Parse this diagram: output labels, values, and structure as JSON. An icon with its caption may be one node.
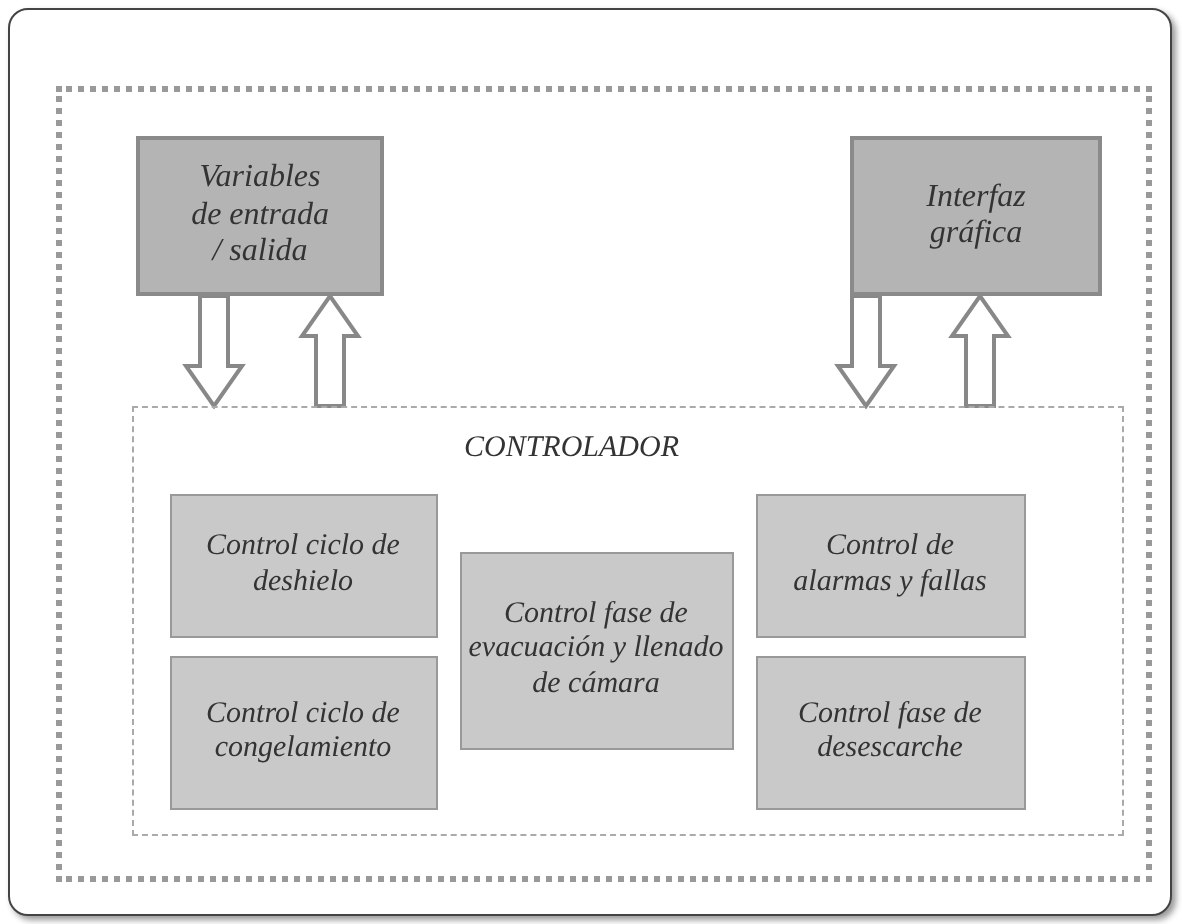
{
  "diagram": {
    "nodes": [
      {
        "text": [],
        "shape": "box"
      },
      {
        "text": [
          "Variables de entrada / salida"
        ],
        "in": 0
      },
      {
        "text": [
          "Interfaz gráfica"
        ],
        "in": 0
      },
      {
        "text": [
          "CONTROLADOR"
        ],
        "in": 0
      },
      {
        "text": [
          "Control ciclo de deshielo"
        ],
        "in": 3
      },
      {
        "text": [
          "Control ciclo de congelamiento"
        ],
        "in": 3
      },
      {
        "text": [
          "Control fase de evacuación y llenado de cámara"
        ],
        "in": 3
      },
      {
        "text": [
          "Control de alarmas y fallas"
        ],
        "in": 3
      },
      {
        "text": [
          "Control fase de desescarche"
        ],
        "in": 3
      }
    ],
    "edges": [
      {
        "from": 1,
        "to": 3,
        "arrow": "to"
      },
      {
        "from": 3,
        "to": 1,
        "arrow": "to"
      },
      {
        "from": 2,
        "to": 3,
        "arrow": "to"
      },
      {
        "from": 3,
        "to": 2,
        "arrow": "to"
      }
    ]
  }
}
